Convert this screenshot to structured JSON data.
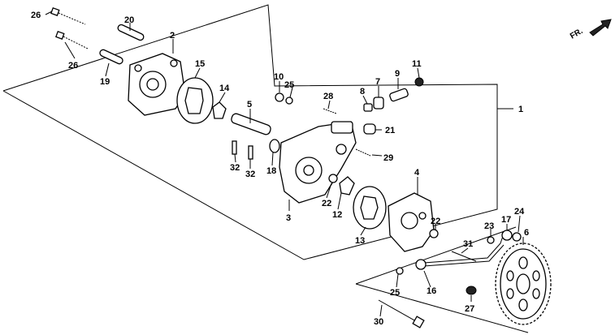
{
  "direction_label": "FR.",
  "callouts": {
    "c1": "1",
    "c2": "2",
    "c3": "3",
    "c4": "4",
    "c5": "5",
    "c6": "6",
    "c7": "7",
    "c8": "8",
    "c9": "9",
    "c10": "10",
    "c11": "11",
    "c12": "12",
    "c13": "13",
    "c14": "14",
    "c15": "15",
    "c16": "16",
    "c17": "17",
    "c18": "18",
    "c19": "19",
    "c20": "20",
    "c21": "21",
    "c22a": "22",
    "c22b": "22",
    "c23": "23",
    "c24": "24",
    "c25a": "25",
    "c25b": "25",
    "c26a": "26",
    "c26b": "26",
    "c27": "27",
    "c28": "28",
    "c29": "29",
    "c30": "30",
    "c31": "31",
    "c32a": "32",
    "c32b": "32"
  }
}
